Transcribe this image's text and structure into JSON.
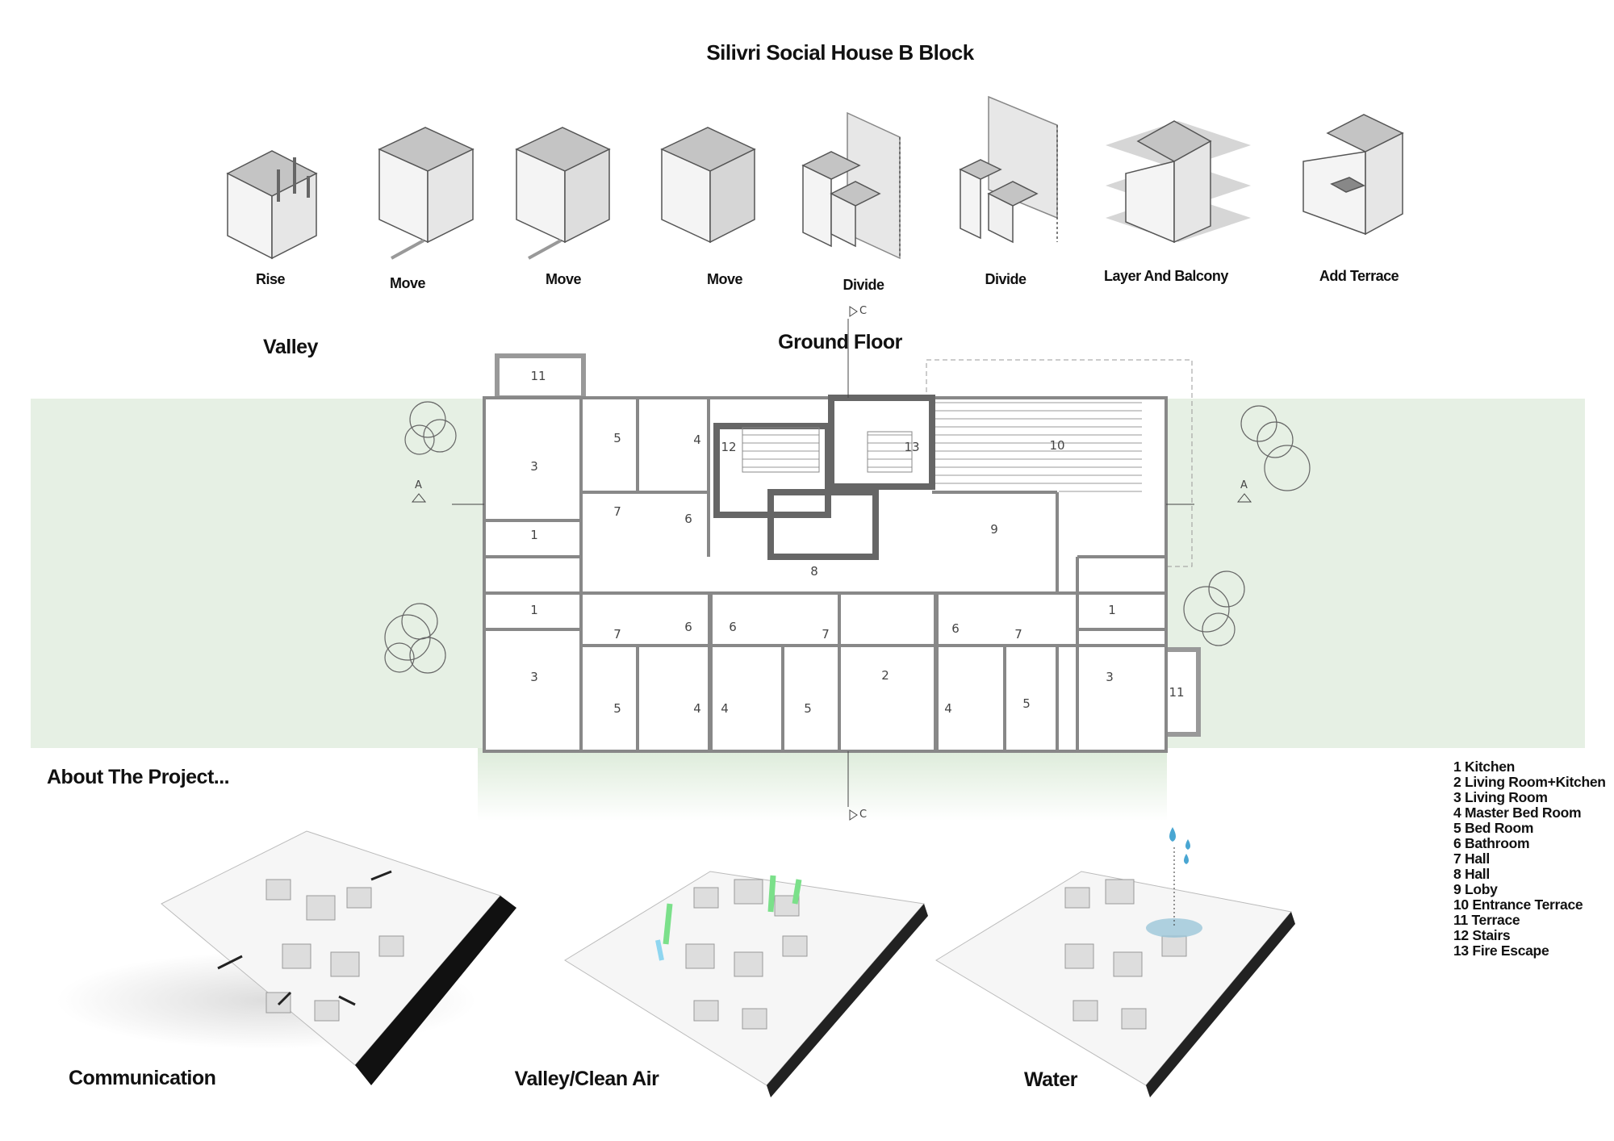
{
  "title": "Silivri Social House B Block",
  "massing_steps": [
    "Rise",
    "Move",
    "Move",
    "Move",
    "Divide",
    "Divide",
    "Layer And Balcony",
    "Add Terrace"
  ],
  "headings": {
    "valley": "Valley",
    "ground_floor": "Ground Floor",
    "about": "About The Project..."
  },
  "plan": {
    "rooms": [
      "11",
      "3",
      "5",
      "4",
      "12",
      "13",
      "10",
      "7",
      "6",
      "1",
      "9",
      "8",
      "1",
      "6",
      "6",
      "7",
      "7",
      "6",
      "7",
      "1",
      "3",
      "2",
      "3",
      "5",
      "4",
      "4",
      "5",
      "4",
      "5",
      "11"
    ],
    "section_marks": {
      "c": "C",
      "a": "A"
    }
  },
  "legend": [
    "1 Kitchen",
    "2 Living Room+Kitchen",
    "3 Living Room",
    "4 Master Bed Room",
    "5 Bed Room",
    "6 Bathroom",
    "7 Hall",
    "8 Hall",
    "9 Loby",
    "10 Entrance Terrace",
    "11 Terrace",
    "12 Stairs",
    "13 Fire Escape"
  ],
  "site_diagrams": [
    "Communication",
    "Valley/Clean Air",
    "Water"
  ],
  "colors": {
    "band": "#e6f0e4",
    "wall": "#777777",
    "massing_top": "#bdbdbd"
  }
}
